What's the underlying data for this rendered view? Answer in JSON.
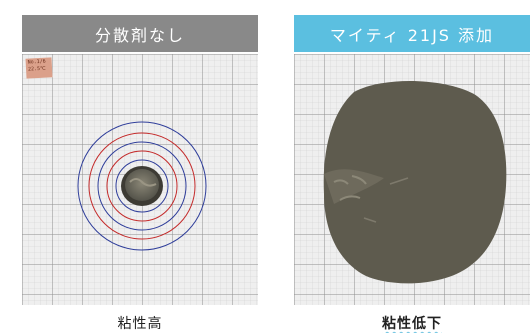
{
  "colors": {
    "left_header_bg": "#898989",
    "right_header_bg": "#5bbfe0",
    "grid_fine": "#c9c9c9",
    "grid_major": "#8e8e8e",
    "paper": "#efefef",
    "ring_blue": "#2e3d9a",
    "ring_red": "#c42a2a",
    "slurry": "#5e5b4e",
    "caption_underline": "#78c7e3"
  },
  "left_panel": {
    "header": "分散剤なし",
    "caption": "粘性高",
    "note_label": "No.1/6 Mtt 22℃ 22.5℃"
  },
  "right_panel": {
    "header": "マイティ 21JS 添加",
    "caption": "粘性低下"
  }
}
